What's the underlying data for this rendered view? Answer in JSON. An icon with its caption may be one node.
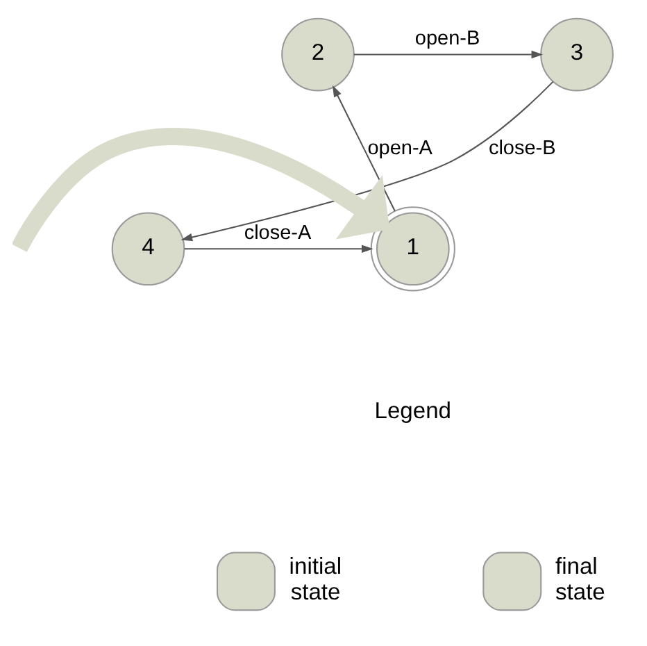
{
  "diagram": {
    "nodes": [
      {
        "text": [
          "2"
        ]
      },
      {
        "text": [
          "3"
        ]
      },
      {
        "text": [
          "1"
        ]
      },
      {
        "text": [
          "4"
        ]
      }
    ],
    "edges": [
      {
        "from": null,
        "to": 2,
        "arrow": "to",
        "style": "thick",
        "color": "#d9dccb"
      },
      {
        "from": 2,
        "to": 0,
        "arrow": "to",
        "label": "open-A"
      },
      {
        "from": 0,
        "to": 1,
        "arrow": "to",
        "label": "open-B"
      },
      {
        "from": 1,
        "to": 3,
        "arrow": "to",
        "label": "close-B"
      },
      {
        "from": 3,
        "to": 2,
        "arrow": "to",
        "label": "close-A"
      }
    ],
    "labels": [
      "Legend"
    ],
    "legend": [
      {
        "text": "initial state"
      },
      {
        "text": "final state"
      }
    ]
  }
}
